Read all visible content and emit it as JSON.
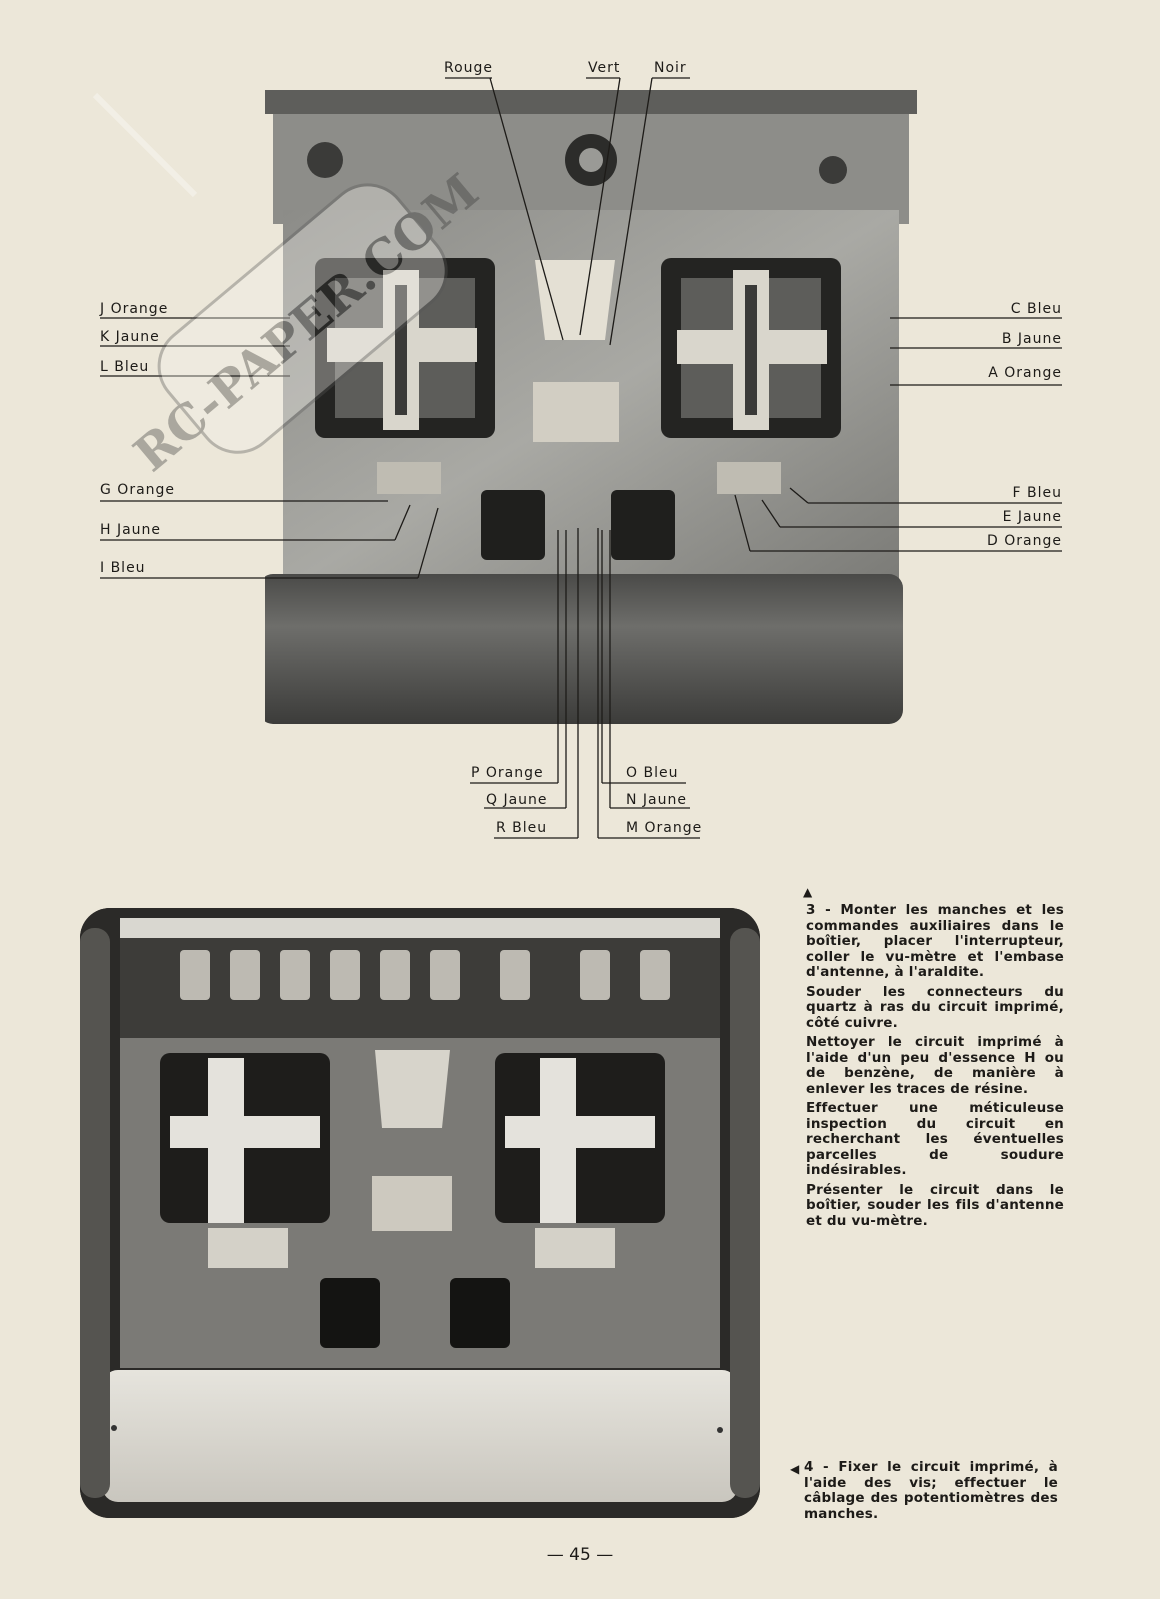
{
  "labels_top": {
    "rouge": "Rouge",
    "vert": "Vert",
    "noir": "Noir"
  },
  "labels_left": {
    "j": "J Orange",
    "k": "K Jaune",
    "l": "L Bleu",
    "g": "G Orange",
    "h": "H Jaune",
    "i": "I Bleu"
  },
  "labels_right": {
    "c": "C Bleu",
    "b": "B Jaune",
    "a": "A Orange",
    "f": "F Bleu",
    "e": "E Jaune",
    "d": "D Orange"
  },
  "labels_bottom_left": {
    "p": "P  Orange",
    "q": "Q Jaune",
    "r": "R Bleu"
  },
  "labels_bottom_right": {
    "o": "O Bleu",
    "n": "N Jaune",
    "m": "M Orange"
  },
  "watermark": "RC-PAPER.COM",
  "caption3": {
    "p1": "3 - Monter les manches et les commandes auxiliaires dans le boîtier, placer l'interrupteur, coller le vu-mètre et l'embase d'antenne, à l'araldite.",
    "p2": "Souder les connecteurs du quartz à ras du circuit imprimé, côté cuivre.",
    "p3": "Nettoyer le circuit imprimé à l'aide d'un peu d'essence H ou de benzène, de manière à enlever les traces de résine.",
    "p4": "Effectuer une méticuleuse inspection du circuit en recherchant les éventuelles parcelles de soudure indésirables.",
    "p5": "Présenter le circuit dans le boîtier, souder les fils d'antenne et du vu-mètre."
  },
  "caption4": "4 - Fixer le circuit imprimé, à l'aide des vis; effectuer le câblage des potentiomètres des manches.",
  "page_number": "— 45 —"
}
